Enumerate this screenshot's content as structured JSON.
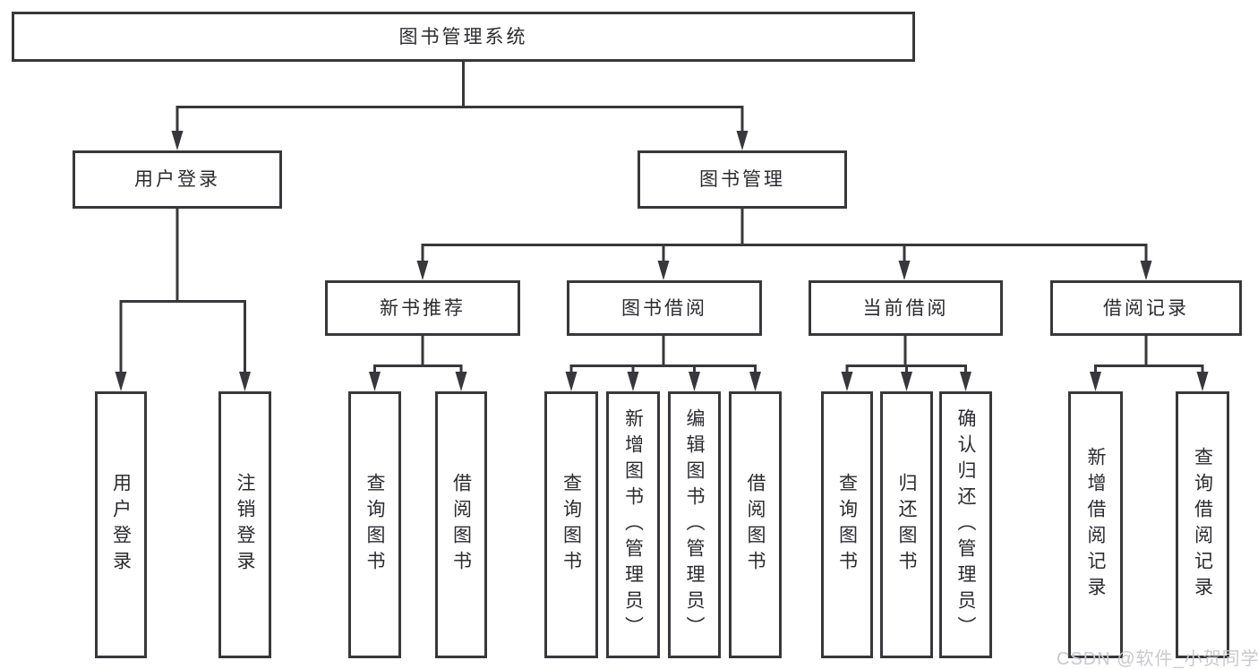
{
  "tree": {
    "label": "图书管理系统",
    "children": [
      {
        "label": "用户登录",
        "children": [
          {
            "label": "用户登录"
          },
          {
            "label": "注销登录"
          }
        ]
      },
      {
        "label": "图书管理",
        "children": [
          {
            "label": "新书推荐",
            "children": [
              {
                "label": "查询图书"
              },
              {
                "label": "借阅图书"
              }
            ]
          },
          {
            "label": "图书借阅",
            "children": [
              {
                "label": "查询图书"
              },
              {
                "label": "新增图书（管理员）"
              },
              {
                "label": "编辑图书（管理员）"
              },
              {
                "label": "借阅图书"
              }
            ]
          },
          {
            "label": "当前借阅",
            "children": [
              {
                "label": "查询图书"
              },
              {
                "label": "归还图书"
              },
              {
                "label": "确认归还（管理员）"
              }
            ]
          },
          {
            "label": "借阅记录",
            "children": [
              {
                "label": "新增借阅记录"
              },
              {
                "label": "查询借阅记录"
              }
            ]
          }
        ]
      }
    ]
  },
  "watermark": {
    "text": "CSDN @软件_小贺同学"
  },
  "colors": {
    "line": "#38383c",
    "text": "#2b2b30",
    "watermark": "#c9c9cf",
    "box_bg": "#ffffff",
    "page_bg": "#ffffff"
  }
}
